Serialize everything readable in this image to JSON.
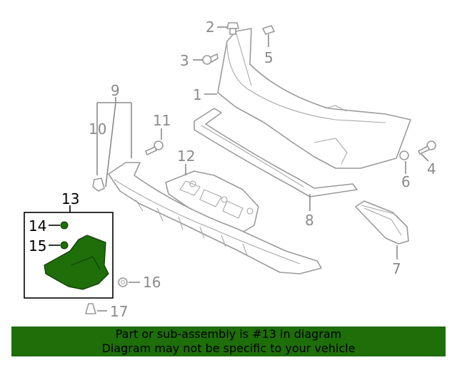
{
  "callouts": {
    "c1": "1",
    "c2": "2",
    "c3": "3",
    "c4": "4",
    "c5": "5",
    "c6": "6",
    "c7": "7",
    "c8": "8",
    "c9": "9",
    "c10": "10",
    "c11": "11",
    "c12": "12",
    "c13": "13",
    "c14": "14",
    "c15": "15",
    "c16": "16",
    "c17": "17"
  },
  "colors": {
    "highlight": "#1e6e0a",
    "banner_bg": "#1e6e0a",
    "line_art": "#9a9a9a"
  },
  "banner": {
    "line1": "Part or sub-assembly is #13 in diagram",
    "line2": "Diagram may not be specific to your vehicle"
  }
}
